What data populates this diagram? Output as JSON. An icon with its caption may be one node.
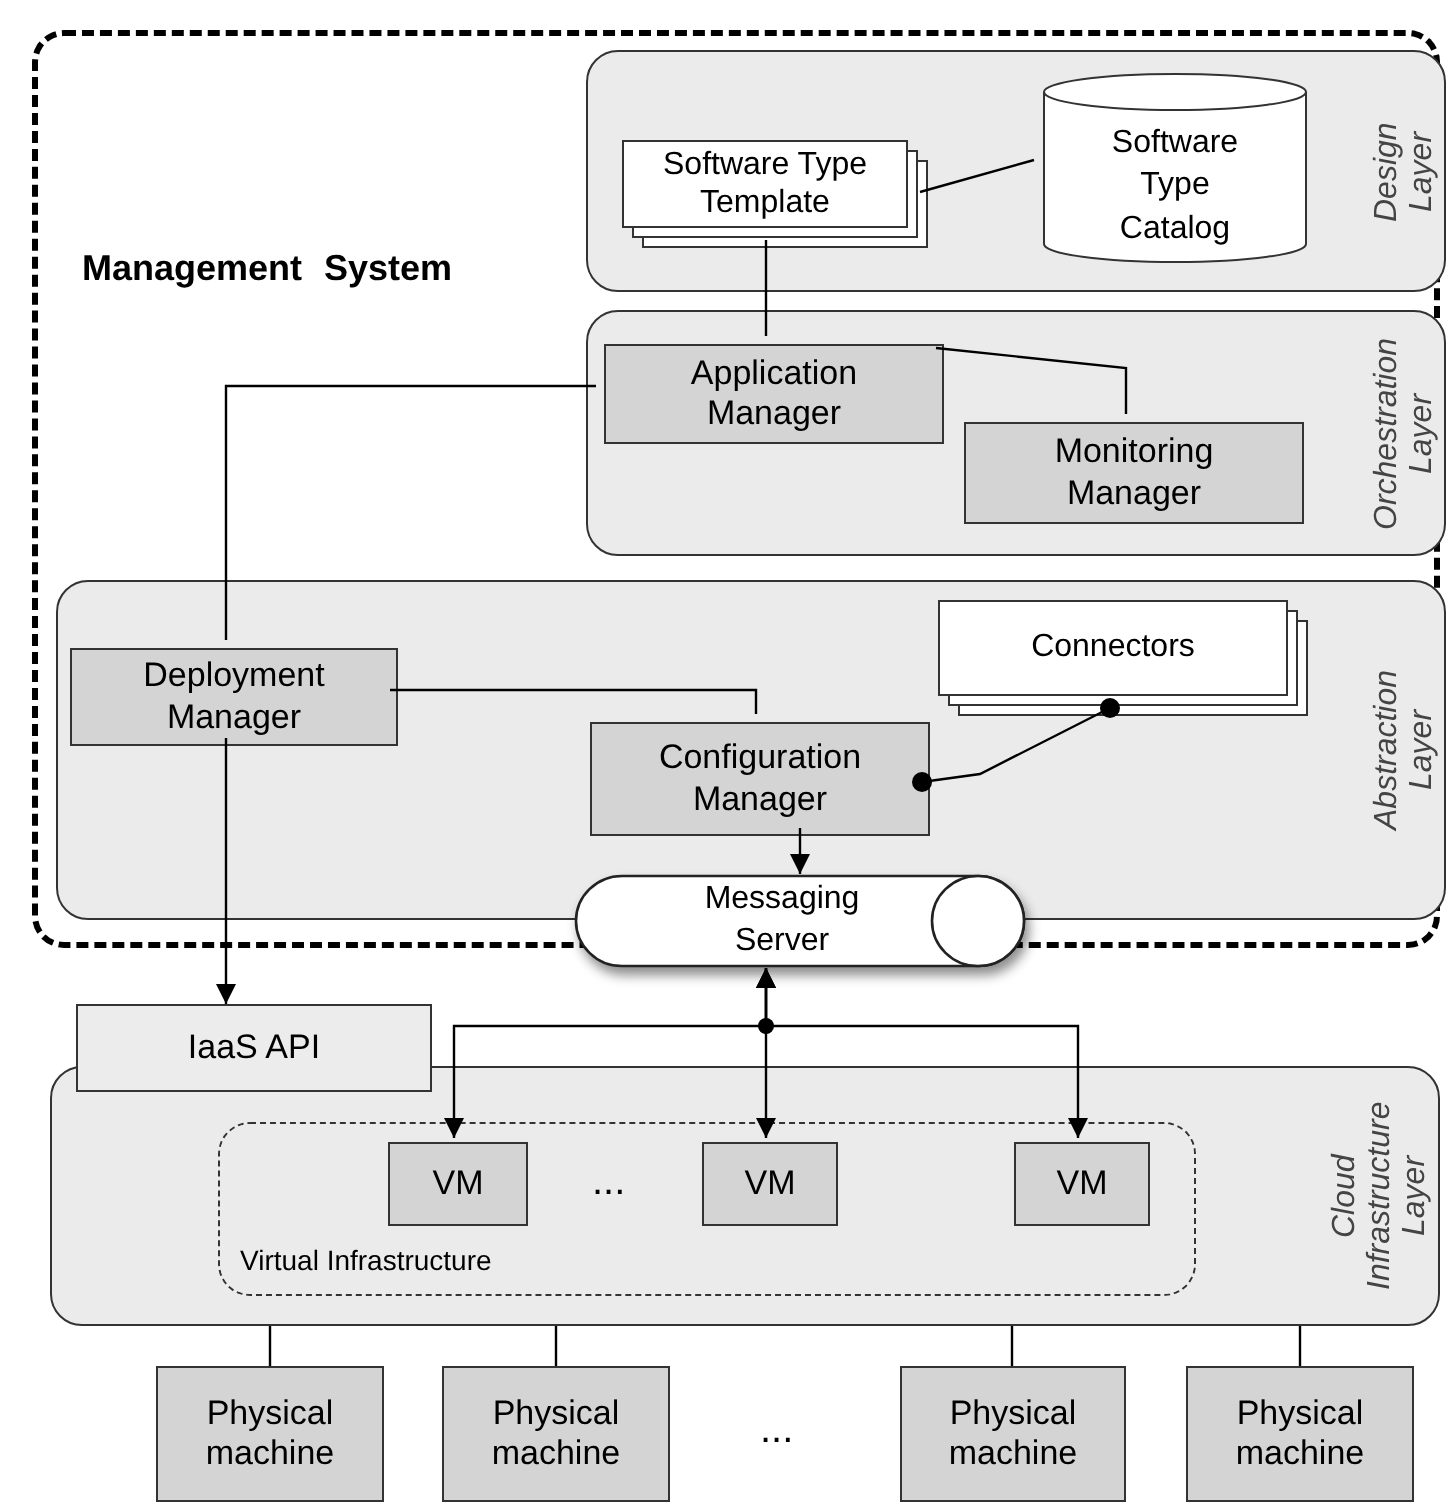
{
  "diagram": {
    "nodes": [
      {
        "text": [
          "Management System"
        ]
      },
      {
        "text": [
          "Design Layer"
        ],
        "in": 0
      },
      {
        "text": [
          "Software Type Template"
        ],
        "in": 1
      },
      {
        "text": [
          "Software Type Catalog"
        ],
        "in": 1
      },
      {
        "text": [
          "Orchestration Layer"
        ],
        "in": 0
      },
      {
        "text": [
          "Application Manager"
        ],
        "in": 4
      },
      {
        "text": [
          "Monitoring Manager"
        ],
        "in": 4
      },
      {
        "text": [
          "Abstraction Layer"
        ],
        "in": 0
      },
      {
        "text": [
          "Deployment Manager"
        ],
        "in": 7
      },
      {
        "text": [
          "Connectors"
        ],
        "in": 7
      },
      {
        "text": [
          "Configuration Manager"
        ],
        "in": 7
      },
      {
        "text": [
          "Messaging Server"
        ]
      },
      {
        "text": [
          "IaaS API"
        ]
      },
      {
        "text": [
          "Cloud Infrastructure Layer"
        ]
      },
      {
        "text": [
          "Virtual Infrastructure"
        ],
        "in": 13
      },
      {
        "text": [
          "VM"
        ],
        "in": 14
      },
      {
        "text": [
          "VM"
        ],
        "in": 14
      },
      {
        "text": [
          "VM"
        ],
        "in": 14
      },
      {
        "text": [
          "Physical machine"
        ]
      },
      {
        "text": [
          "Physical machine"
        ]
      },
      {
        "text": [
          "Physical machine"
        ]
      },
      {
        "text": [
          "Physical machine"
        ]
      }
    ],
    "edges": [
      {
        "from": 2,
        "to": 3,
        "arrow": "none"
      },
      {
        "from": 2,
        "to": 5,
        "arrow": "none"
      },
      {
        "from": 5,
        "to": 6,
        "arrow": "none"
      },
      {
        "from": 5,
        "to": 8,
        "arrow": "none"
      },
      {
        "from": 8,
        "to": 12,
        "arrow": "to"
      },
      {
        "from": 8,
        "to": 10,
        "arrow": "none"
      },
      {
        "from": 10,
        "to": 9,
        "arrow": "other"
      },
      {
        "from": 10,
        "to": 11,
        "arrow": "to"
      },
      {
        "from": 11,
        "to": 15,
        "arrow": "both"
      },
      {
        "from": 11,
        "to": 16,
        "arrow": "both"
      },
      {
        "from": 11,
        "to": 17,
        "arrow": "both"
      },
      {
        "from": 13,
        "to": 18,
        "arrow": "none"
      },
      {
        "from": 13,
        "to": 19,
        "arrow": "none"
      },
      {
        "from": 13,
        "to": 20,
        "arrow": "none"
      },
      {
        "from": 13,
        "to": 21,
        "arrow": "none"
      }
    ],
    "labels": [
      "...",
      "..."
    ]
  }
}
